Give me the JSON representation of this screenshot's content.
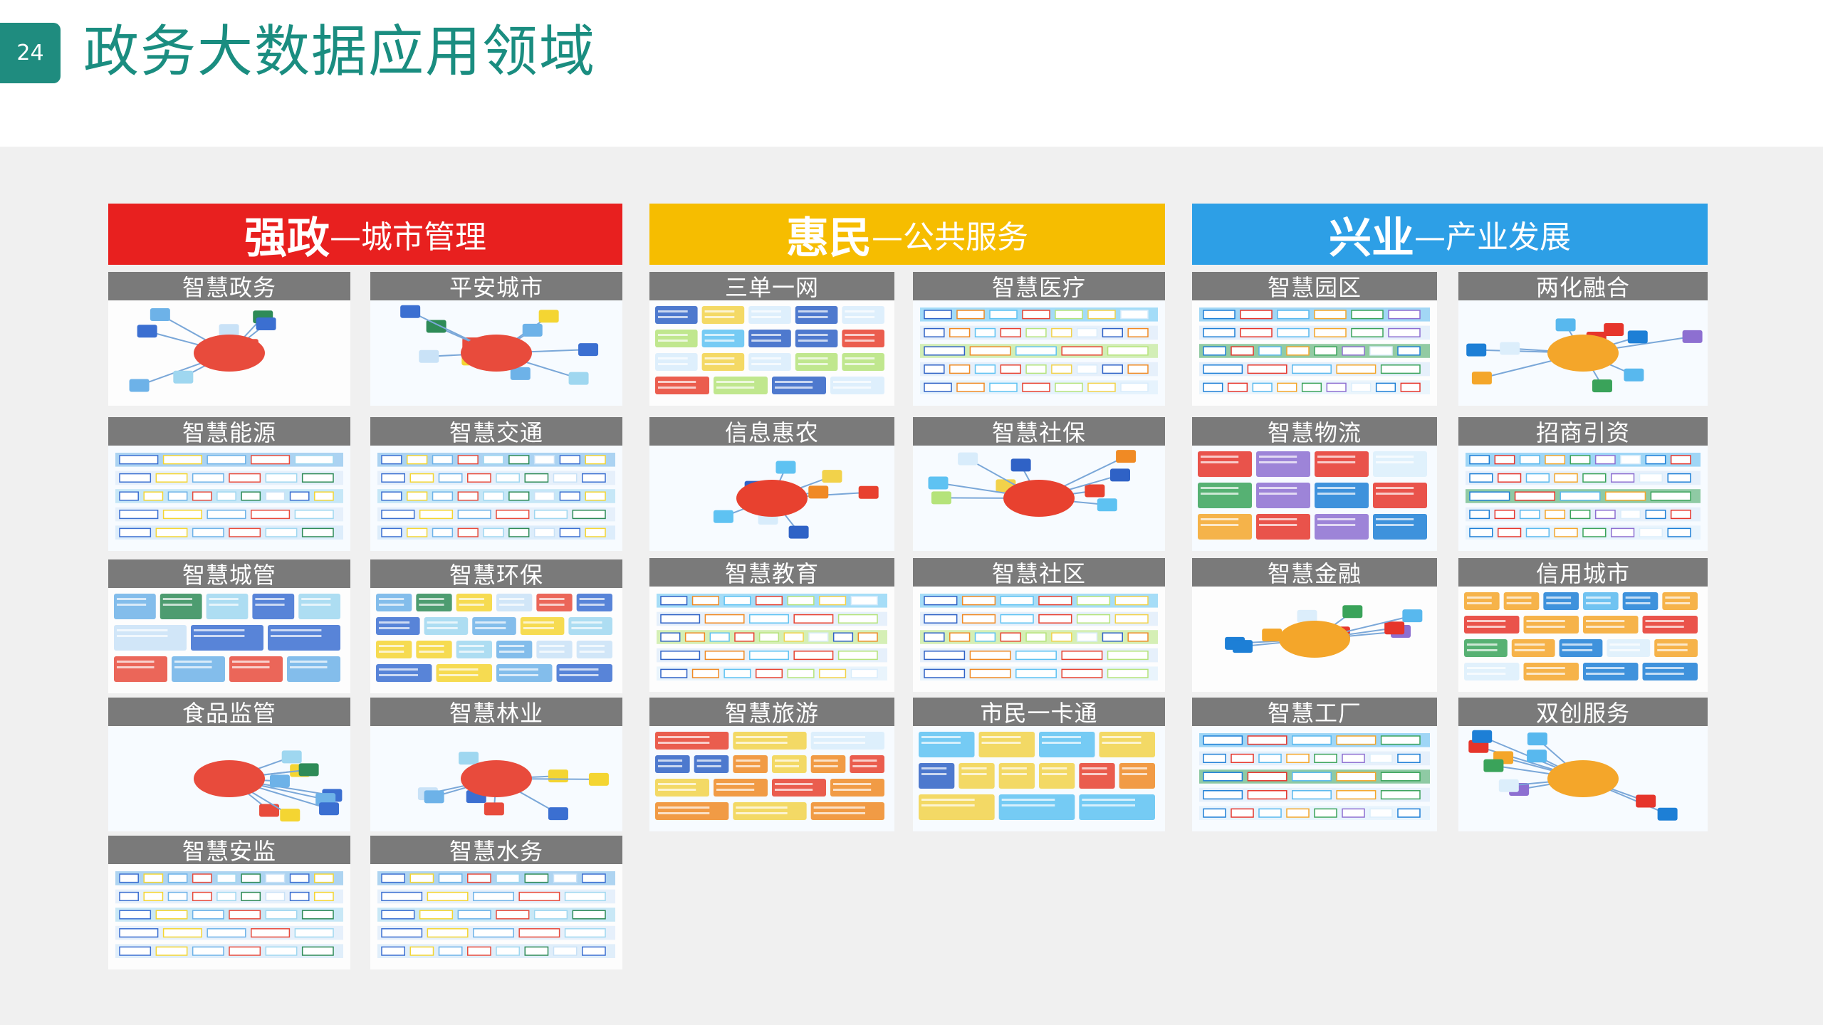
{
  "slide": {
    "number": "24",
    "title": "政务大数据应用领域"
  },
  "colors": {
    "red": "#e8201f",
    "yellow": "#f6bd00",
    "blue": "#2d9fe6",
    "teal": "#1f8c7f"
  },
  "columns": [
    {
      "key": "qiangzheng",
      "strong": "强政",
      "sub": "—城市管理",
      "color": "#e8201f",
      "tiles": [
        [
          "智慧政务",
          "平安城市"
        ],
        [
          "智慧能源",
          "智慧交通"
        ],
        [
          "智慧城管",
          "智慧环保"
        ],
        [
          "食品监管",
          "智慧林业"
        ],
        [
          "智慧安监",
          "智慧水务"
        ]
      ]
    },
    {
      "key": "huimin",
      "strong": "惠民",
      "sub": "—公共服务",
      "color": "#f6bd00",
      "tiles": [
        [
          "三单一网",
          "智慧医疗"
        ],
        [
          "信息惠农",
          "智慧社保"
        ],
        [
          "智慧教育",
          "智慧社区"
        ],
        [
          "智慧旅游",
          "市民一卡通"
        ]
      ]
    },
    {
      "key": "xingye",
      "strong": "兴业",
      "sub": "—产业发展",
      "color": "#2d9fe6",
      "tiles": [
        [
          "智慧园区",
          "两化融合"
        ],
        [
          "智慧物流",
          "招商引资"
        ],
        [
          "智慧金融",
          "信用城市"
        ],
        [
          "智慧工厂",
          "双创服务"
        ]
      ]
    }
  ]
}
